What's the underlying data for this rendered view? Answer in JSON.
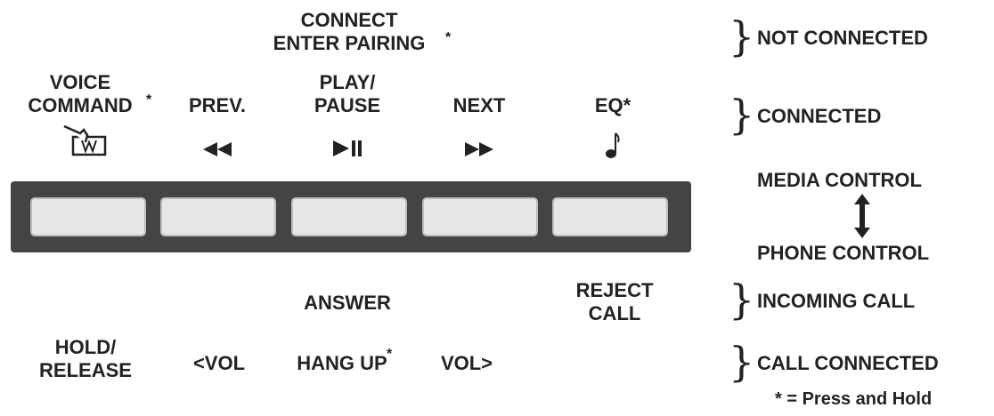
{
  "top_labels": {
    "connect_line1": "CONNECT",
    "connect_line2": "ENTER PAIRING",
    "connect_asterisk": "*",
    "voice_line1": "VOICE",
    "voice_line2": "COMMAND",
    "voice_asterisk": "*",
    "prev": "PREV.",
    "play_line1": "PLAY/",
    "play_line2": "PAUSE",
    "next": "NEXT",
    "eq": "EQ*"
  },
  "icons": {
    "voice": "voice-command-hand-icon",
    "prev": "rewind-icon",
    "play": "play-pause-icon",
    "next": "fast-forward-icon",
    "eq": "music-note-icon"
  },
  "bottom_labels": {
    "answer": "ANSWER",
    "reject_line1": "REJECT",
    "reject_line2": "CALL",
    "hold_line1": "HOLD/",
    "hold_line2": "RELEASE",
    "vol_down": "<VOL",
    "hang_up": "HANG UP",
    "hang_up_asterisk": "*",
    "vol_up": "VOL>"
  },
  "states": {
    "not_connected": "NOT CONNECTED",
    "connected": "CONNECTED",
    "media_control": "MEDIA CONTROL",
    "phone_control": "PHONE CONTROL",
    "incoming_call": "INCOMING CALL",
    "call_connected": "CALL CONNECTED",
    "press_and_hold": "* = Press and Hold"
  },
  "colors": {
    "panel": "#444444",
    "button": "#e6e6e6",
    "text": "#222222"
  }
}
